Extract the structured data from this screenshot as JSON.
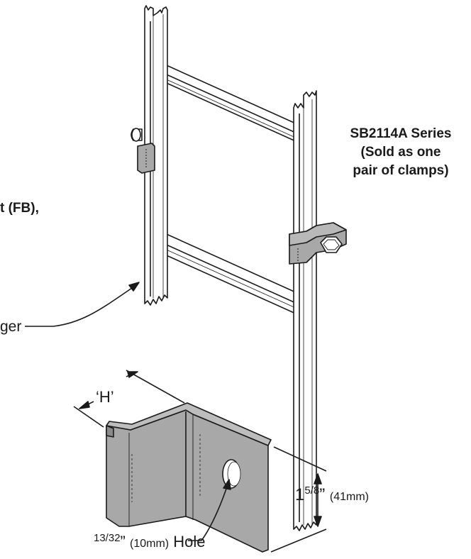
{
  "labels": {
    "series_line1": "SB2114A Series",
    "series_line2": "(Sold as one",
    "series_line3": "pair of clamps)",
    "flange_fragment": "t (FB),",
    "hanger_fragment": "ger",
    "h_dimension": "‘H’",
    "height_whole": "1",
    "height_frac": "5/8",
    "height_inch_mark": "”",
    "height_metric": "(41mm)",
    "hole_frac": "13/32",
    "hole_inch_mark": "”",
    "hole_metric": "(10mm)",
    "hole_word": "Hole"
  },
  "colors": {
    "line": "#1a1a1a",
    "clamp_fill": "#a8a8a8",
    "clamp_dark": "#8a8a8a",
    "rail_fill": "#ffffff"
  }
}
